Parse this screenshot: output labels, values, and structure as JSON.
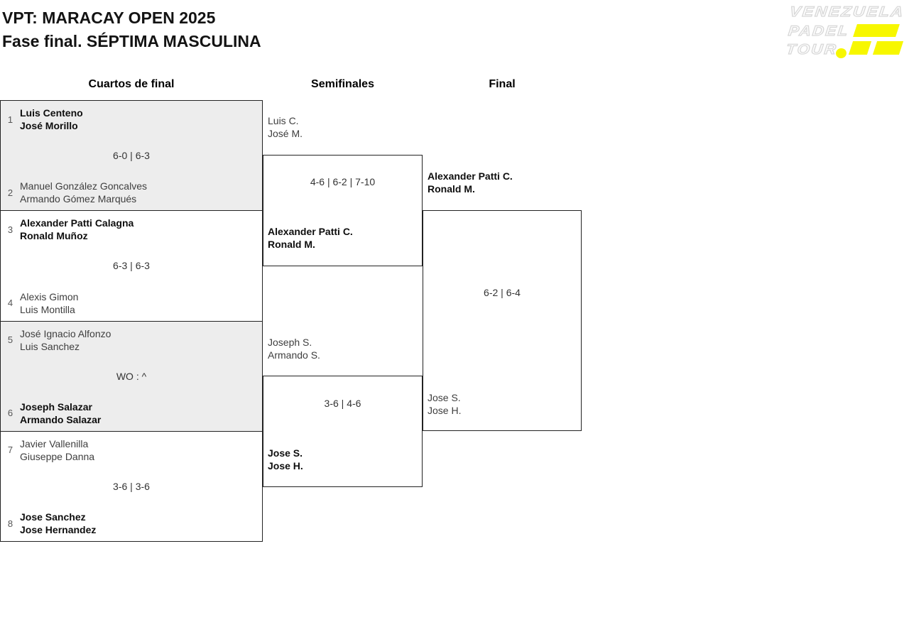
{
  "title": {
    "line1": "VPT: MARACAY OPEN 2025",
    "line2": "Fase final. SÉPTIMA MASCULINA"
  },
  "logo": {
    "line1": "VENEZUELA",
    "line2": "PADEL",
    "line3": "TOUR"
  },
  "columns": {
    "quarters": "Cuartos de final",
    "semis": "Semifinales",
    "final": "Final"
  },
  "bracket": {
    "quarterfinals": [
      {
        "seed_a": "1",
        "team_a_p1": "Luis Centeno",
        "team_a_p2": "José Morillo",
        "team_a_winner": true,
        "score": "6-0 | 6-3",
        "seed_b": "2",
        "team_b_p1": "Manuel González Goncalves",
        "team_b_p2": "Armando Gómez Marqués",
        "team_b_winner": false
      },
      {
        "seed_a": "3",
        "team_a_p1": "Alexander Patti Calagna",
        "team_a_p2": "Ronald Muñoz",
        "team_a_winner": true,
        "score": "6-3 | 6-3",
        "seed_b": "4",
        "team_b_p1": "Alexis Gimon",
        "team_b_p2": "Luis Montilla",
        "team_b_winner": false
      },
      {
        "seed_a": "5",
        "team_a_p1": "José Ignacio Alfonzo",
        "team_a_p2": "Luis Sanchez",
        "team_a_winner": false,
        "score": "WO : ^",
        "seed_b": "6",
        "team_b_p1": "Joseph Salazar",
        "team_b_p2": "Armando Salazar",
        "team_b_winner": true
      },
      {
        "seed_a": "7",
        "team_a_p1": "Javier Vallenilla",
        "team_a_p2": "Giuseppe Danna",
        "team_a_winner": false,
        "score": "3-6 | 3-6",
        "seed_b": "8",
        "team_b_p1": "Jose Sanchez",
        "team_b_p2": "Jose Hernandez",
        "team_b_winner": true
      }
    ],
    "semifinals": [
      {
        "team_a_p1": "Luis C.",
        "team_a_p2": "José M.",
        "team_a_winner": false,
        "score": "4-6 | 6-2 | 7-10",
        "team_b_p1": "Alexander Patti C.",
        "team_b_p2": "Ronald M.",
        "team_b_winner": true
      },
      {
        "team_a_p1": "Joseph S.",
        "team_a_p2": "Armando S.",
        "team_a_winner": false,
        "score": "3-6 | 4-6",
        "team_b_p1": "Jose S.",
        "team_b_p2": "Jose H.",
        "team_b_winner": true
      }
    ],
    "final": {
      "team_a_p1": "Alexander Patti C.",
      "team_a_p2": "Ronald M.",
      "team_a_winner": true,
      "score": "6-2 | 6-4",
      "team_b_p1": "Jose S.",
      "team_b_p2": "Jose H.",
      "team_b_winner": false
    }
  },
  "colors": {
    "accent_yellow": "#f7f700",
    "block_gray": "#ededed",
    "border": "#222222"
  }
}
